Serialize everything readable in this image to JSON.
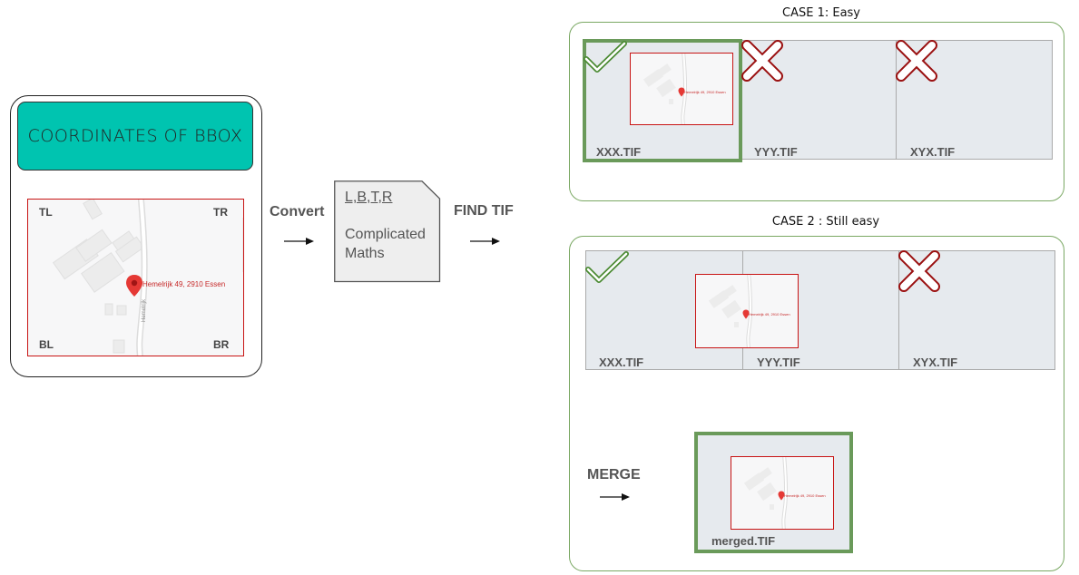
{
  "left_panel": {
    "title": "COORDINATES OF BBOX",
    "corners": {
      "tl": "TL",
      "tr": "TR",
      "bl": "BL",
      "br": "BR"
    },
    "pin_label": "Hemelrijk 49, 2910 Essen",
    "street_label": "Hemelrijk"
  },
  "steps": {
    "convert": "Convert",
    "find_tif": "FIND TIF",
    "merge": "MERGE"
  },
  "doc": {
    "heading": "L,B,T,R",
    "line1": "Complicated",
    "line2": "Maths"
  },
  "case1": {
    "title": "CASE 1: Easy",
    "tiles": [
      "XXX.TIF",
      "YYY.TIF",
      "XYX.TIF"
    ],
    "pin_label": "Hemelrijk 49, 2910 Essen"
  },
  "case2": {
    "title": "CASE 2 : Still easy",
    "tiles": [
      "XXX.TIF",
      "YYY.TIF",
      "XYX.TIF"
    ],
    "merged": "merged.TIF",
    "pin_label": "Hemelrijk 49, 2910 Essen"
  },
  "colors": {
    "accent_teal": "#00c4b0",
    "bbox_red": "#c81414",
    "check_green": "#4a8a32",
    "cross_red": "#9a1010",
    "case_border": "#7aa863"
  },
  "icons": {
    "check": "check-icon",
    "cross": "cross-icon",
    "arrow": "arrow-right-icon",
    "pin": "map-pin-icon"
  }
}
